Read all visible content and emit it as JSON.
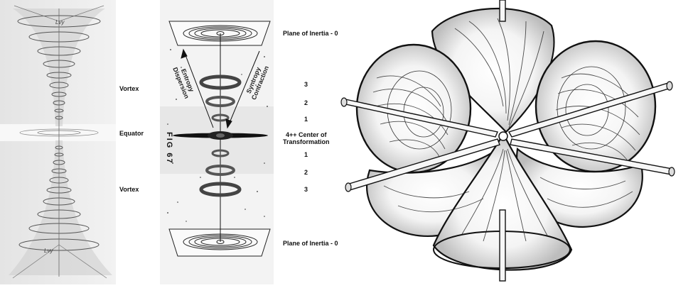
{
  "left_panel": {
    "labels": [
      "Vortex",
      "Equator",
      "Vortex"
    ],
    "handwritten": [
      "Lvy",
      "Lvy"
    ]
  },
  "center_panel": {
    "top_plane": "Plane of Inertia - 0",
    "bottom_plane": "Plane of Inertia - 0",
    "center": "4++ Center of Transformation",
    "center_line1": "4++ Center of",
    "center_line2": "Transformation",
    "upper_numbers": [
      "3",
      "2",
      "1"
    ],
    "lower_numbers": [
      "1",
      "2",
      "3"
    ],
    "entropy": "Entropy Dispersion",
    "entropy_line1": "Entropy",
    "entropy_line2": "Dispersion",
    "syntropy": "Syntropy Contraction",
    "syntropy_line1": "Syntropy",
    "syntropy_line2": "Contraction",
    "figure_label": "FIG 67"
  },
  "right_panel": {
    "description_icon": "cube-vortex-sketch-icon"
  }
}
